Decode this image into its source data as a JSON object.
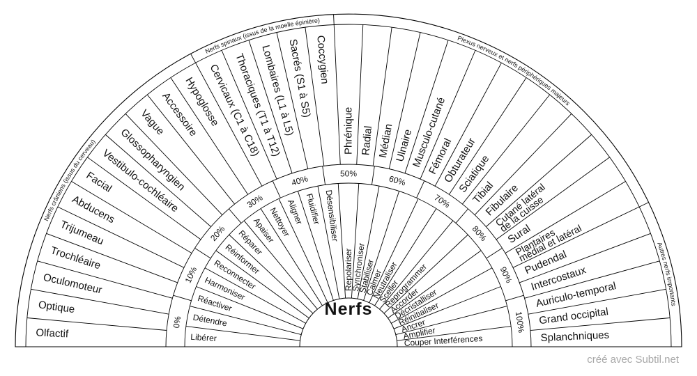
{
  "title": "Nerfs",
  "credit": "créé avec Subtil.net",
  "groups": [
    {
      "label": "Nerfs crâniens (issus du cerveau)",
      "items": [
        "Olfactif",
        "Optique",
        "Oculomoteur",
        "Trochléaire",
        "Trijumeau",
        "Abducens",
        "Facial",
        "Vestibulo-cochléaire",
        "Glossopharyngien",
        "Vague",
        "Accessoire",
        "Hypoglosse"
      ]
    },
    {
      "label": "Nerfs spinaux (issus de la moelle épinière)",
      "items": [
        "Cervicaux (C1 à C18)",
        "Thoraciques (T1 à T12)",
        "Lombaires (L1 à L5)",
        "Sacrés (S1 à S5)",
        "Coccygien"
      ]
    },
    {
      "label": "Plexus nerveux et nerfs périphériques majeurs",
      "items": [
        "Phrénique",
        "Radial",
        "Médian",
        "Ulnaire",
        "Musculo-cutané",
        "Fémoral",
        "Obturateur",
        "Sciatique",
        "Tibial",
        "Fibulaire",
        "Cutané latéral de la cuisse",
        "Sural",
        "Plantaires médial et latéral"
      ]
    },
    {
      "label": "Autres nerfs importants",
      "items": [
        "Pudendal",
        "Intercostaux",
        "Auriculo-temporal",
        "Grand occipital",
        "Splanchniques"
      ]
    }
  ],
  "percent_marks": [
    "0%",
    "10%",
    "20%",
    "30%",
    "40%",
    "50%",
    "60%",
    "70%",
    "80%",
    "90%",
    "100%"
  ],
  "actions": [
    "Libérer",
    "Détendre",
    "Réactiver",
    "Harmoniser",
    "Reconnecter",
    "Réinformer",
    "Réparer",
    "Apaiser",
    "Nettoyer",
    "Aligner",
    "Fluidifier",
    "Désensibiliser",
    "Repolariser",
    "Synchroniser",
    "Stabiliser",
    "Calmer",
    "Neutraliser",
    "Sceller",
    "Reprogrammer",
    "Accorder",
    "Décristalliser",
    "Réinitialiser",
    "Ancrer",
    "Amplifier",
    "Couper Interférences"
  ]
}
